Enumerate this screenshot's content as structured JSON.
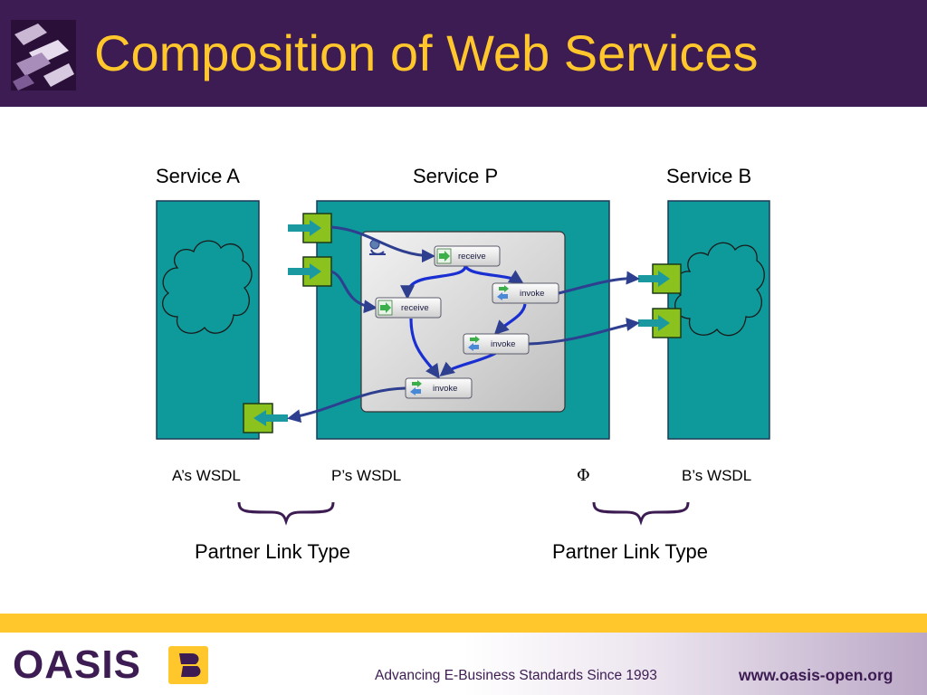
{
  "slide": {
    "title": "Composition of Web Services"
  },
  "diagram": {
    "services": {
      "a": "Service A",
      "p": "Service P",
      "b": "Service B"
    },
    "wsdl": {
      "a": "A’s WSDL",
      "p": "P’s WSDL",
      "phi": "Φ",
      "b": "B’s WSDL"
    },
    "partner_link_types": [
      "Partner Link Type",
      "Partner Link Type"
    ],
    "activities": [
      "receive",
      "invoke",
      "receive",
      "invoke",
      "invoke"
    ],
    "colors": {
      "service_box": "#0e9a9a",
      "port_fill": "#8cc21e",
      "arrow": "#2e3f8f",
      "process_panel": "#d2d2d2",
      "brace": "#3c1c52"
    }
  },
  "footer": {
    "logo_text": "OASIS",
    "tagline": "Advancing E-Business Standards Since 1993",
    "url": "www.oasis-open.org"
  },
  "theme": {
    "header_bg": "#3c1c52",
    "title_color": "#ffc72c",
    "stripe": "#ffc72c"
  }
}
